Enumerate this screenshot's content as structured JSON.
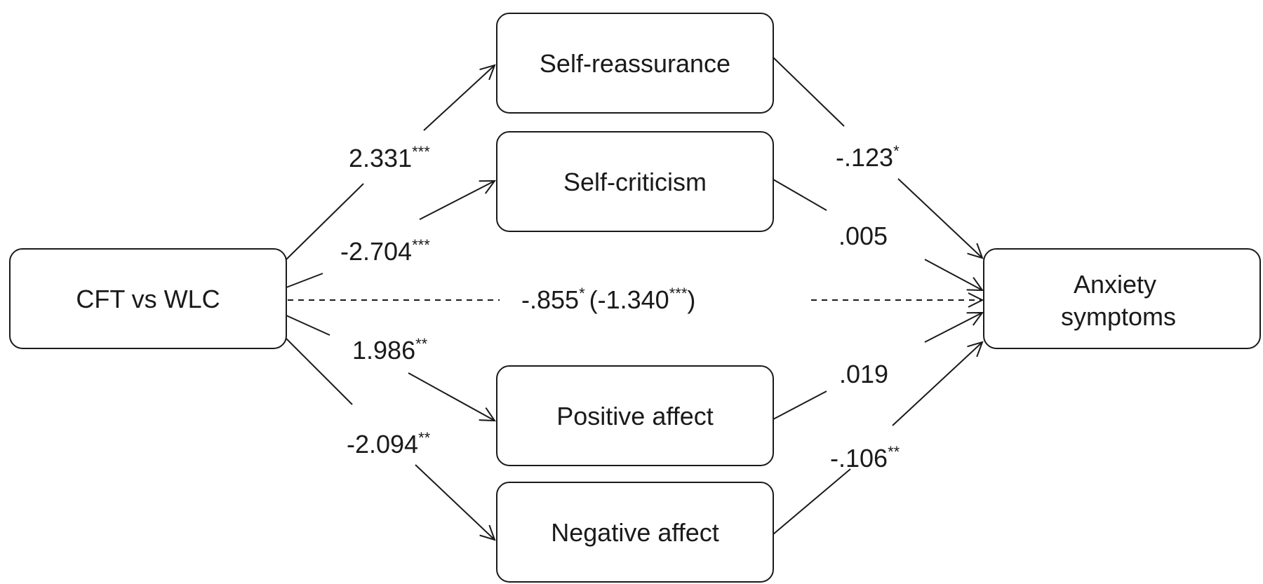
{
  "nodes": {
    "cft_vs_wlc": "CFT vs WLC",
    "self_reassurance": "Self-reassurance",
    "self_criticism": "Self-criticism",
    "positive_affect": "Positive affect",
    "negative_affect": "Negative affect",
    "anxiety_line1": "Anxiety",
    "anxiety_line2": "symptoms"
  },
  "coefficients": {
    "a_self_reassurance": {
      "value": "2.331",
      "sig": "***"
    },
    "a_self_criticism": {
      "value": "-2.704",
      "sig": "***"
    },
    "a_positive_affect": {
      "value": "1.986",
      "sig": "**"
    },
    "a_negative_affect": {
      "value": "-2.094",
      "sig": "**"
    },
    "b_self_reassurance": {
      "value": "-.123",
      "sig": "*"
    },
    "b_self_criticism": {
      "value": ".005",
      "sig": ""
    },
    "b_positive_affect": {
      "value": ".019",
      "sig": ""
    },
    "b_negative_affect": {
      "value": "-.106",
      "sig": "**"
    },
    "direct": {
      "value": "-.855",
      "sig": "*",
      "total_value": "(-1.340",
      "total_sig": "***",
      "close": ")"
    }
  }
}
